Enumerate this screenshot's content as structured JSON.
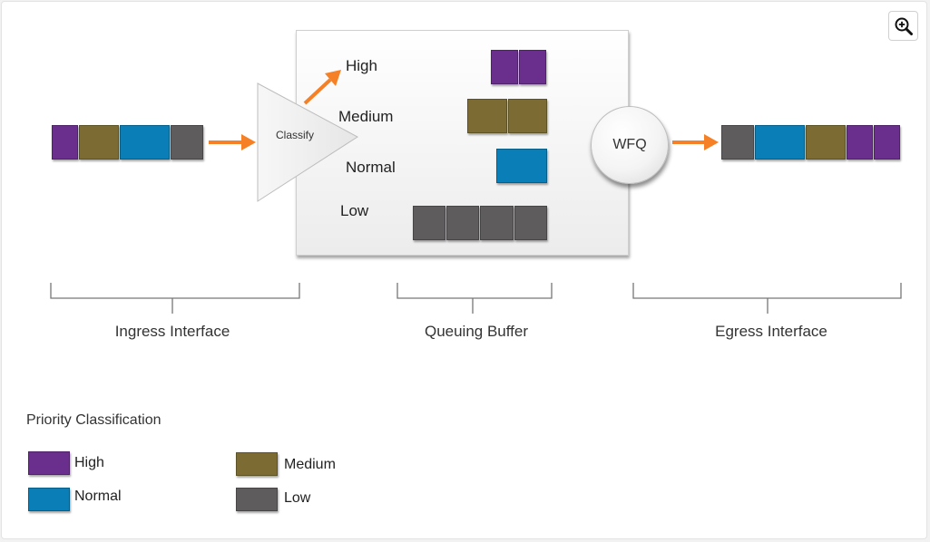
{
  "colors": {
    "high": "#6a2f8c",
    "medium": "#7c6c33",
    "normal": "#0a7eb6",
    "low": "#5f5c5e",
    "arrow": "#f58025"
  },
  "zoom_icon": "zoom-in-icon",
  "classifier": {
    "label": "Classify"
  },
  "scheduler": {
    "label": "WFQ"
  },
  "queue_levels": {
    "high": "High",
    "medium": "Medium",
    "normal": "Normal",
    "low": "Low"
  },
  "sections": {
    "ingress": "Ingress Interface",
    "buffer": "Queuing Buffer",
    "egress": "Egress Interface"
  },
  "legend": {
    "title": "Priority Classification",
    "items": [
      {
        "name": "High"
      },
      {
        "name": "Medium"
      },
      {
        "name": "Normal"
      },
      {
        "name": "Low"
      }
    ]
  }
}
